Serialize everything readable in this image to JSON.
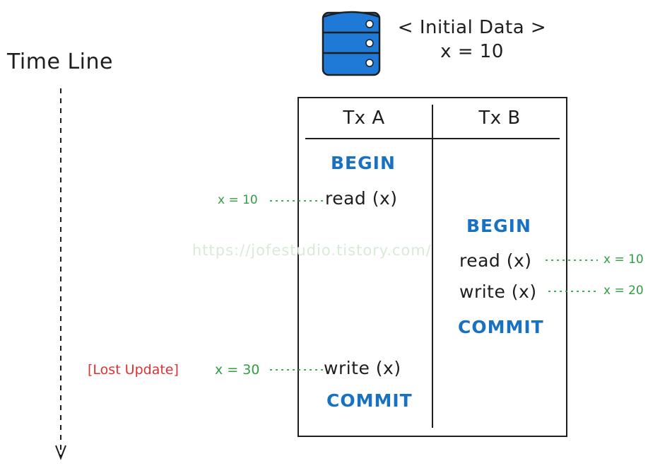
{
  "timeline": {
    "label": "Time Line"
  },
  "initial": {
    "title": "< Initial Data >",
    "value": "x = 10"
  },
  "table": {
    "columns": [
      "Tx A",
      "Tx B"
    ]
  },
  "tx_a": {
    "begin": "BEGIN",
    "read": "read (x)",
    "write": "write (x)",
    "commit": "COMMIT"
  },
  "tx_b": {
    "begin": "BEGIN",
    "read": "read (x)",
    "write": "write (x)",
    "commit": "COMMIT"
  },
  "annotations": {
    "a_read": "x = 10",
    "b_read": "x = 10",
    "b_write": "x = 20",
    "a_write": "x = 30",
    "lost_update": "[Lost Update]"
  },
  "watermark": "https://jofestudio.tistory.com/",
  "colors": {
    "keyword": "#1971c2",
    "annotation": "#2f9e44",
    "warning": "#e03131",
    "database": "#1e7ad6"
  }
}
